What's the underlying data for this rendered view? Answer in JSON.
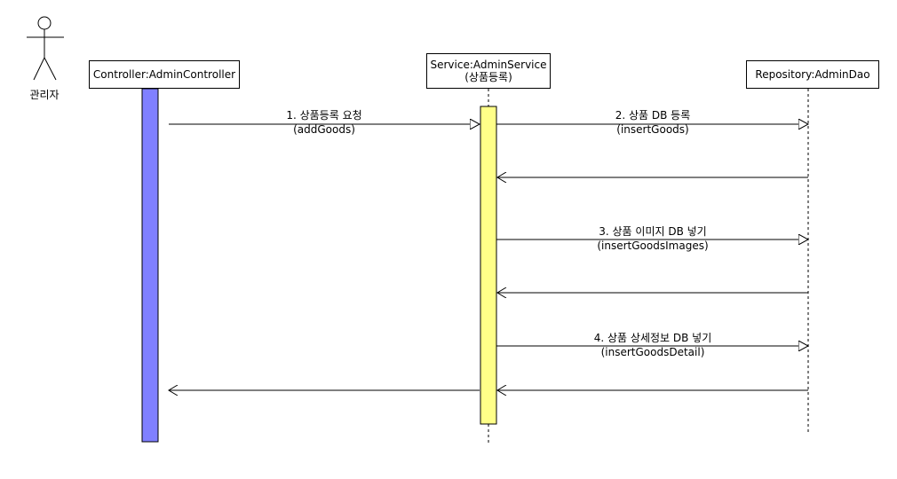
{
  "actor": {
    "label": "관리자"
  },
  "participants": [
    {
      "id": "controller",
      "line1": "Controller:AdminController",
      "line2": ""
    },
    {
      "id": "service",
      "line1": "Service:AdminService",
      "line2": "(상품등록)"
    },
    {
      "id": "repository",
      "line1": "Repository:AdminDao",
      "line2": ""
    }
  ],
  "messages": [
    {
      "label": "1. 상품등록 요청",
      "method": "(addGoods)"
    },
    {
      "label": "2. 상품 DB 등록",
      "method": "(insertGoods)"
    },
    {
      "label": "3. 상품 이미지 DB 넣기",
      "method": "(insertGoodsImages)"
    },
    {
      "label": "4. 상품 상세정보 DB 넣기",
      "method": "(insertGoodsDetail)"
    }
  ],
  "colors": {
    "controller_activation": "#8080ff",
    "service_activation": "#ffff88",
    "line": "#000000"
  }
}
